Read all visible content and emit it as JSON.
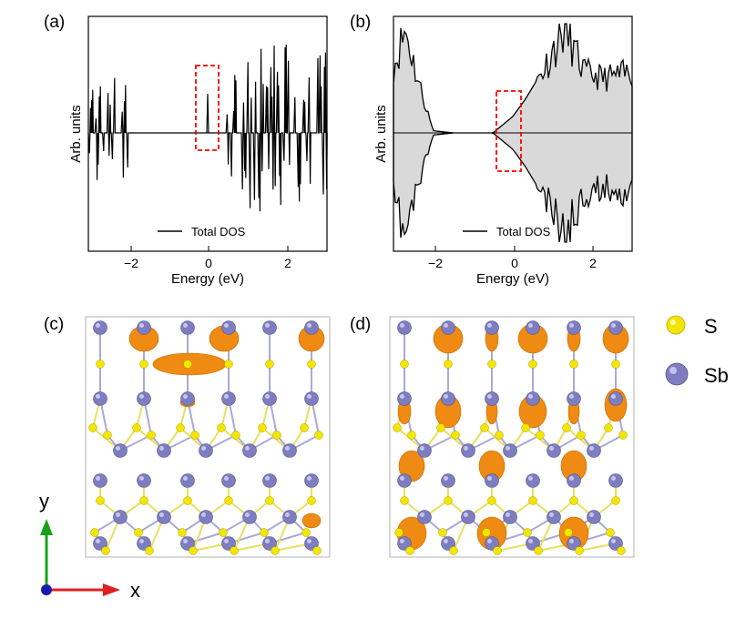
{
  "panels": [
    {
      "label": "(a)",
      "xlabel": "Energy (eV)",
      "ylabel": "Arb. units",
      "legend": "Total DOS",
      "xticks": [
        "−2",
        "0",
        "2"
      ]
    },
    {
      "label": "(b)",
      "xlabel": "Energy (eV)",
      "ylabel": "Arb. units",
      "legend": "Total DOS",
      "xticks": [
        "−2",
        "0",
        "2"
      ]
    },
    {
      "label": "(c)"
    },
    {
      "label": "(d)"
    }
  ],
  "atom_legend": {
    "s_label": "S",
    "sb_label": "Sb"
  },
  "axes_labels": {
    "x": "x",
    "y": "y"
  },
  "colors": {
    "S": "#f2e600",
    "Sb": "#7d7dc0",
    "charge_density": "#ef8a12",
    "highlight_box": "#ff0000",
    "dos_fill": "#d9d9d9"
  },
  "chart_data": [
    {
      "type": "line",
      "title": "",
      "xlabel": "Energy (eV)",
      "ylabel": "Arb. units",
      "xlim": [
        -3,
        3
      ],
      "series": [
        {
          "name": "Total DOS",
          "x": [
            -3,
            -2.7,
            -2.4,
            -2.2,
            -2.0,
            -1.5,
            -0.5,
            0.0,
            0.5,
            1.0,
            1.5,
            2.0,
            2.5,
            3.0
          ],
          "values": [
            0.4,
            0.7,
            0.6,
            1.0,
            0.05,
            0.0,
            0.0,
            0.5,
            0.45,
            0.6,
            0.8,
            0.9,
            0.85,
            0.5
          ]
        }
      ],
      "highlight_region": [
        -0.35,
        0.22
      ]
    },
    {
      "type": "area",
      "title": "",
      "xlabel": "Energy (eV)",
      "ylabel": "Arb. units",
      "xlim": [
        -3,
        3
      ],
      "series": [
        {
          "name": "Total DOS",
          "x": [
            -3,
            -2.7,
            -2.4,
            -2.0,
            -1.5,
            -0.5,
            0.0,
            0.3,
            0.8,
            1.3,
            1.8,
            2.3,
            3.0
          ],
          "values": [
            0.6,
            0.95,
            0.5,
            0.02,
            0.0,
            0.0,
            0.15,
            0.3,
            0.6,
            0.95,
            0.55,
            0.5,
            0.55
          ]
        }
      ],
      "highlight_region": [
        -0.45,
        0.2
      ]
    }
  ]
}
